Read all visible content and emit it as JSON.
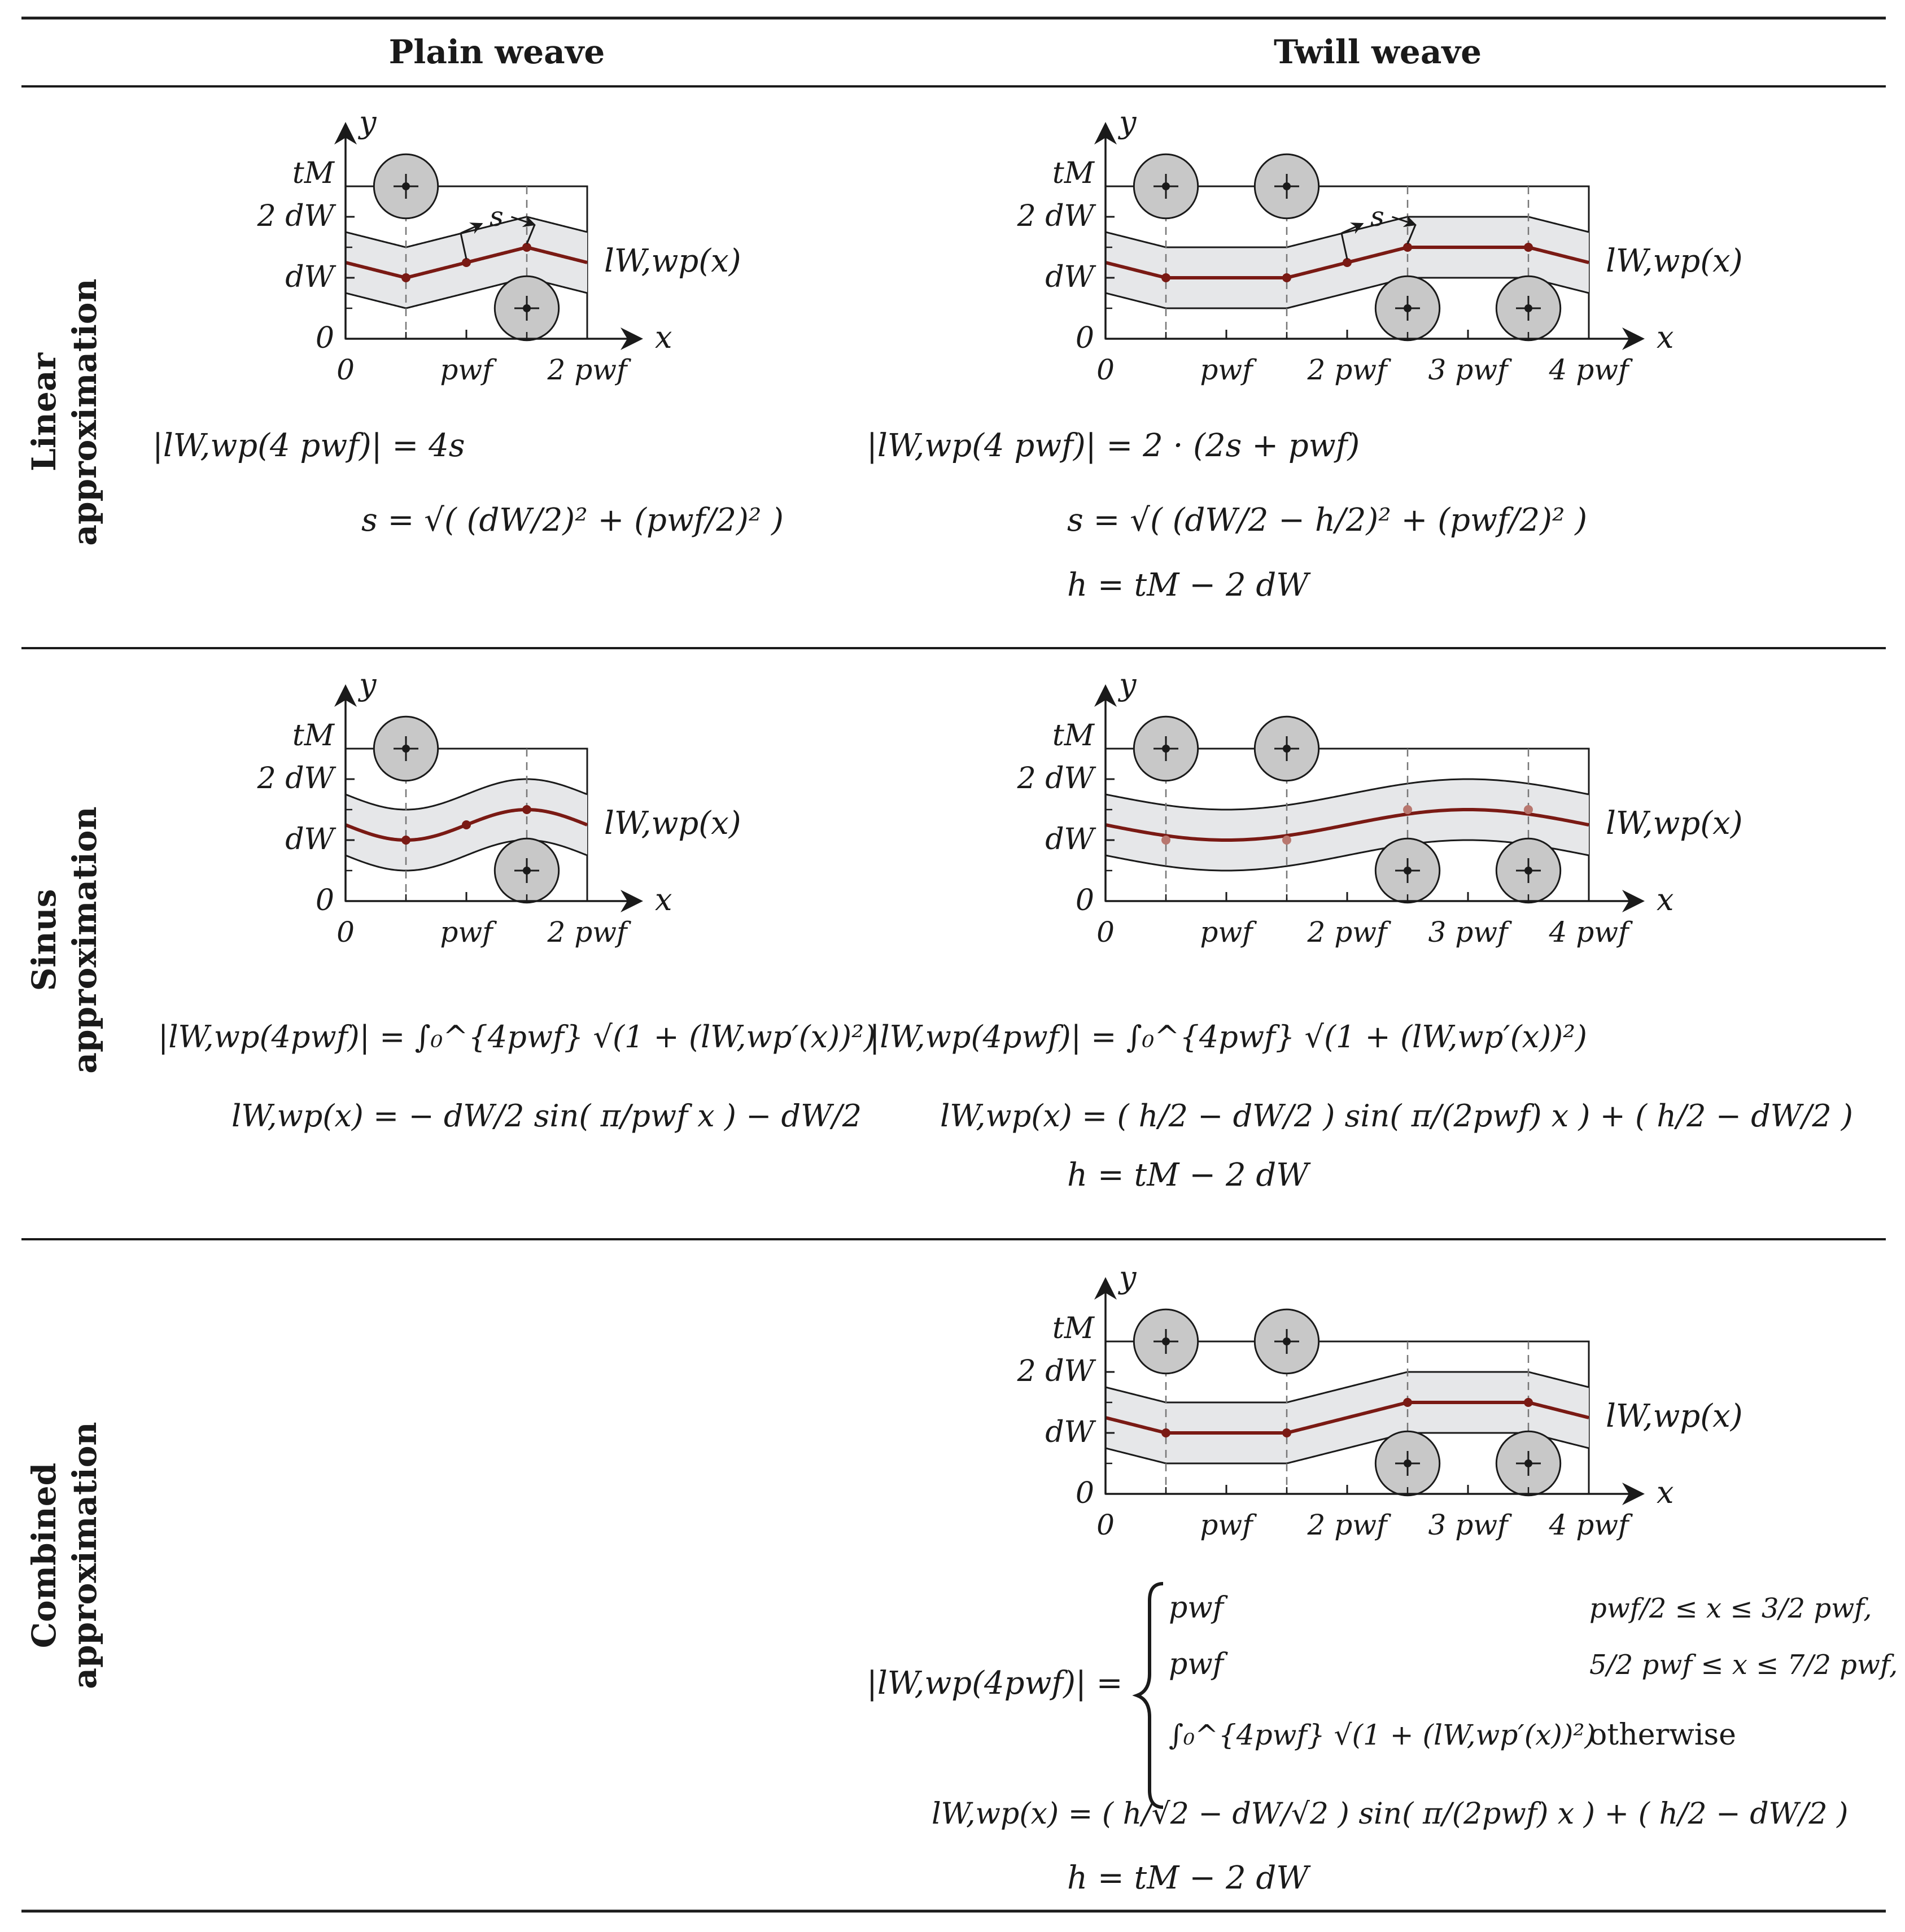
{
  "columns": {
    "plain": "Plain weave",
    "twill": "Twill weave"
  },
  "rows": [
    {
      "id": "linear",
      "label_line1": "Linear",
      "label_line2": "approximation"
    },
    {
      "id": "sinus",
      "label_line1": "Sinus",
      "label_line2": "approximation"
    },
    {
      "id": "combined",
      "label_line1": "Combined",
      "label_line2": "approximation"
    }
  ],
  "axis": {
    "x": "x",
    "y": "y",
    "y_ticks": [
      "0",
      "dW",
      "2 dW",
      "tM"
    ],
    "x_ticks_plain": [
      "0",
      "pwf",
      "2 pwf"
    ],
    "x_ticks_twill": [
      "0",
      "pwf",
      "2 pwf",
      "3 pwf",
      "4 pwf"
    ],
    "curve_label": "lW,wp(x)",
    "segment_label": "s"
  },
  "formulas": {
    "linear_plain_1": "|lW,wp(4 pwf)| = 4s",
    "linear_plain_2": "s = √( (dW/2)² + (pwf/2)² )",
    "linear_twill_1": "|lW,wp(4 pwf)| = 2 · (2s + pwf)",
    "linear_twill_2": "s = √( (dW/2 − h/2)² + (pwf/2)² )",
    "linear_twill_3": "h = tM − 2 dW",
    "sinus_plain_1": "|lW,wp(4pwf)| = ∫₀^{4pwf} √(1 + (lW,wp′(x))²)",
    "sinus_plain_2": "lW,wp(x) = − dW/2 sin( π/pwf x ) − dW/2",
    "sinus_twill_1": "|lW,wp(4pwf)| = ∫₀^{4pwf} √(1 + (lW,wp′(x))²)",
    "sinus_twill_2": "lW,wp(x) = ( h/2 − dW/2 ) sin( π/(2pwf) x ) + ( h/2 − dW/2 )",
    "sinus_twill_3": "h = tM − 2 dW",
    "comb_lhs": "|lW,wp(4pwf)| =",
    "comb_case1": "pwf",
    "comb_cond1": "pwf/2 ≤ x ≤ 3/2 pwf,",
    "comb_case2": "pwf",
    "comb_cond2": "5/2 pwf ≤ x ≤ 7/2 pwf,",
    "comb_case3": "∫₀^{4pwf} √(1 + (lW,wp′(x))²)",
    "comb_cond3": "otherwise",
    "comb_2": "lW,wp(x) = ( h/√2 − dW/√2 ) sin( π/(2pwf) x ) + ( h/2 − dW/2 )",
    "comb_3": "h = tM − 2 dW"
  },
  "colors": {
    "curve": "#7a1a14",
    "band": "#e6e7e9",
    "fiber": "#c8c8c8",
    "rule": "#1a1a1a"
  }
}
